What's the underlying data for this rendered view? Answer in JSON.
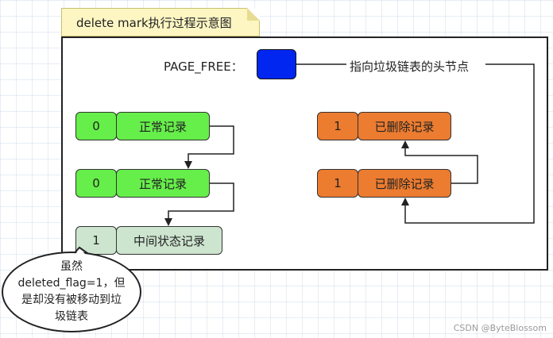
{
  "title": "delete mark执行过程示意图",
  "page_free_label": "PAGE_FREE：",
  "free_list_head_label": "指向垃圾链表的头节点",
  "normal_records": [
    {
      "flag": "0",
      "label": "正常记录"
    },
    {
      "flag": "0",
      "label": "正常记录"
    }
  ],
  "intermediate_record": {
    "flag": "1",
    "label": "中间状态记录"
  },
  "deleted_records": [
    {
      "flag": "1",
      "label": "已删除记录"
    },
    {
      "flag": "1",
      "label": "已删除记录"
    }
  ],
  "callout": {
    "line1": "虽然",
    "line2": "deleted_flag=1，但",
    "line3": "是却没有被移动到垃",
    "line4": "圾链表"
  },
  "watermark": "CSDN @ByteBlossom",
  "colors": {
    "normal": "#66ee4a",
    "deleted": "#ec7c30",
    "intermediate": "#cde5cf",
    "page_free": "#0026f0"
  }
}
